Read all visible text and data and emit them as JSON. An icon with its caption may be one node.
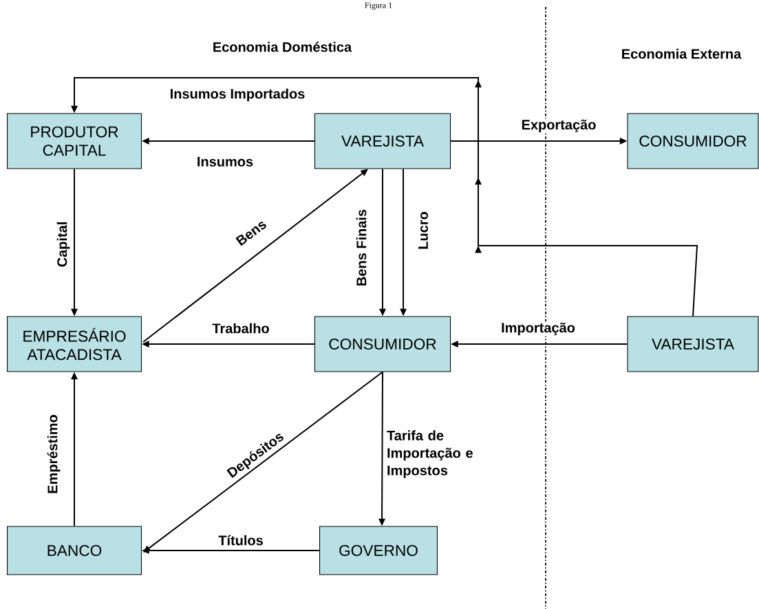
{
  "diagram": {
    "caption": "Figura 1",
    "nodes": [
      {
        "text": [
          "PRODUTOR CAPITAL"
        ]
      },
      {
        "text": [
          "VAREJISTA"
        ]
      },
      {
        "text": [
          "CONSUMIDOR"
        ]
      },
      {
        "text": [
          "EMPRESÁRIO ATACADISTA"
        ]
      },
      {
        "text": [
          "CONSUMIDOR"
        ]
      },
      {
        "text": [
          "VAREJISTA"
        ]
      },
      {
        "text": [
          "BANCO"
        ]
      },
      {
        "text": [
          "GOVERNO"
        ]
      }
    ],
    "edges": [
      {
        "from": 1,
        "to": 0,
        "arrow": "to",
        "label": "Insumos"
      },
      {
        "from": 5,
        "to": 0,
        "arrow": "to",
        "label": "Insumos Importados"
      },
      {
        "from": 1,
        "to": 2,
        "arrow": "to",
        "label": "Exportação"
      },
      {
        "from": 0,
        "to": 3,
        "arrow": "to",
        "label": "Capital"
      },
      {
        "from": 3,
        "to": 1,
        "arrow": "to",
        "label": "Bens"
      },
      {
        "from": 1,
        "to": 4,
        "arrow": "to",
        "label": "Bens Finais"
      },
      {
        "from": 1,
        "to": 4,
        "arrow": "to",
        "label": "Lucro"
      },
      {
        "from": 4,
        "to": 3,
        "arrow": "to",
        "label": "Trabalho"
      },
      {
        "from": 5,
        "to": 4,
        "arrow": "to",
        "label": "Importação"
      },
      {
        "from": 6,
        "to": 3,
        "arrow": "to",
        "label": "Empréstimo"
      },
      {
        "from": 4,
        "to": 6,
        "arrow": "to",
        "label": "Depósitos"
      },
      {
        "from": 4,
        "to": 7,
        "arrow": "to",
        "label": "Tarifa de Importação e Impostos"
      },
      {
        "from": 7,
        "to": 6,
        "arrow": "to",
        "label": "Títulos"
      }
    ],
    "labels": [
      "Economia Doméstica",
      "Economia Externa"
    ]
  }
}
